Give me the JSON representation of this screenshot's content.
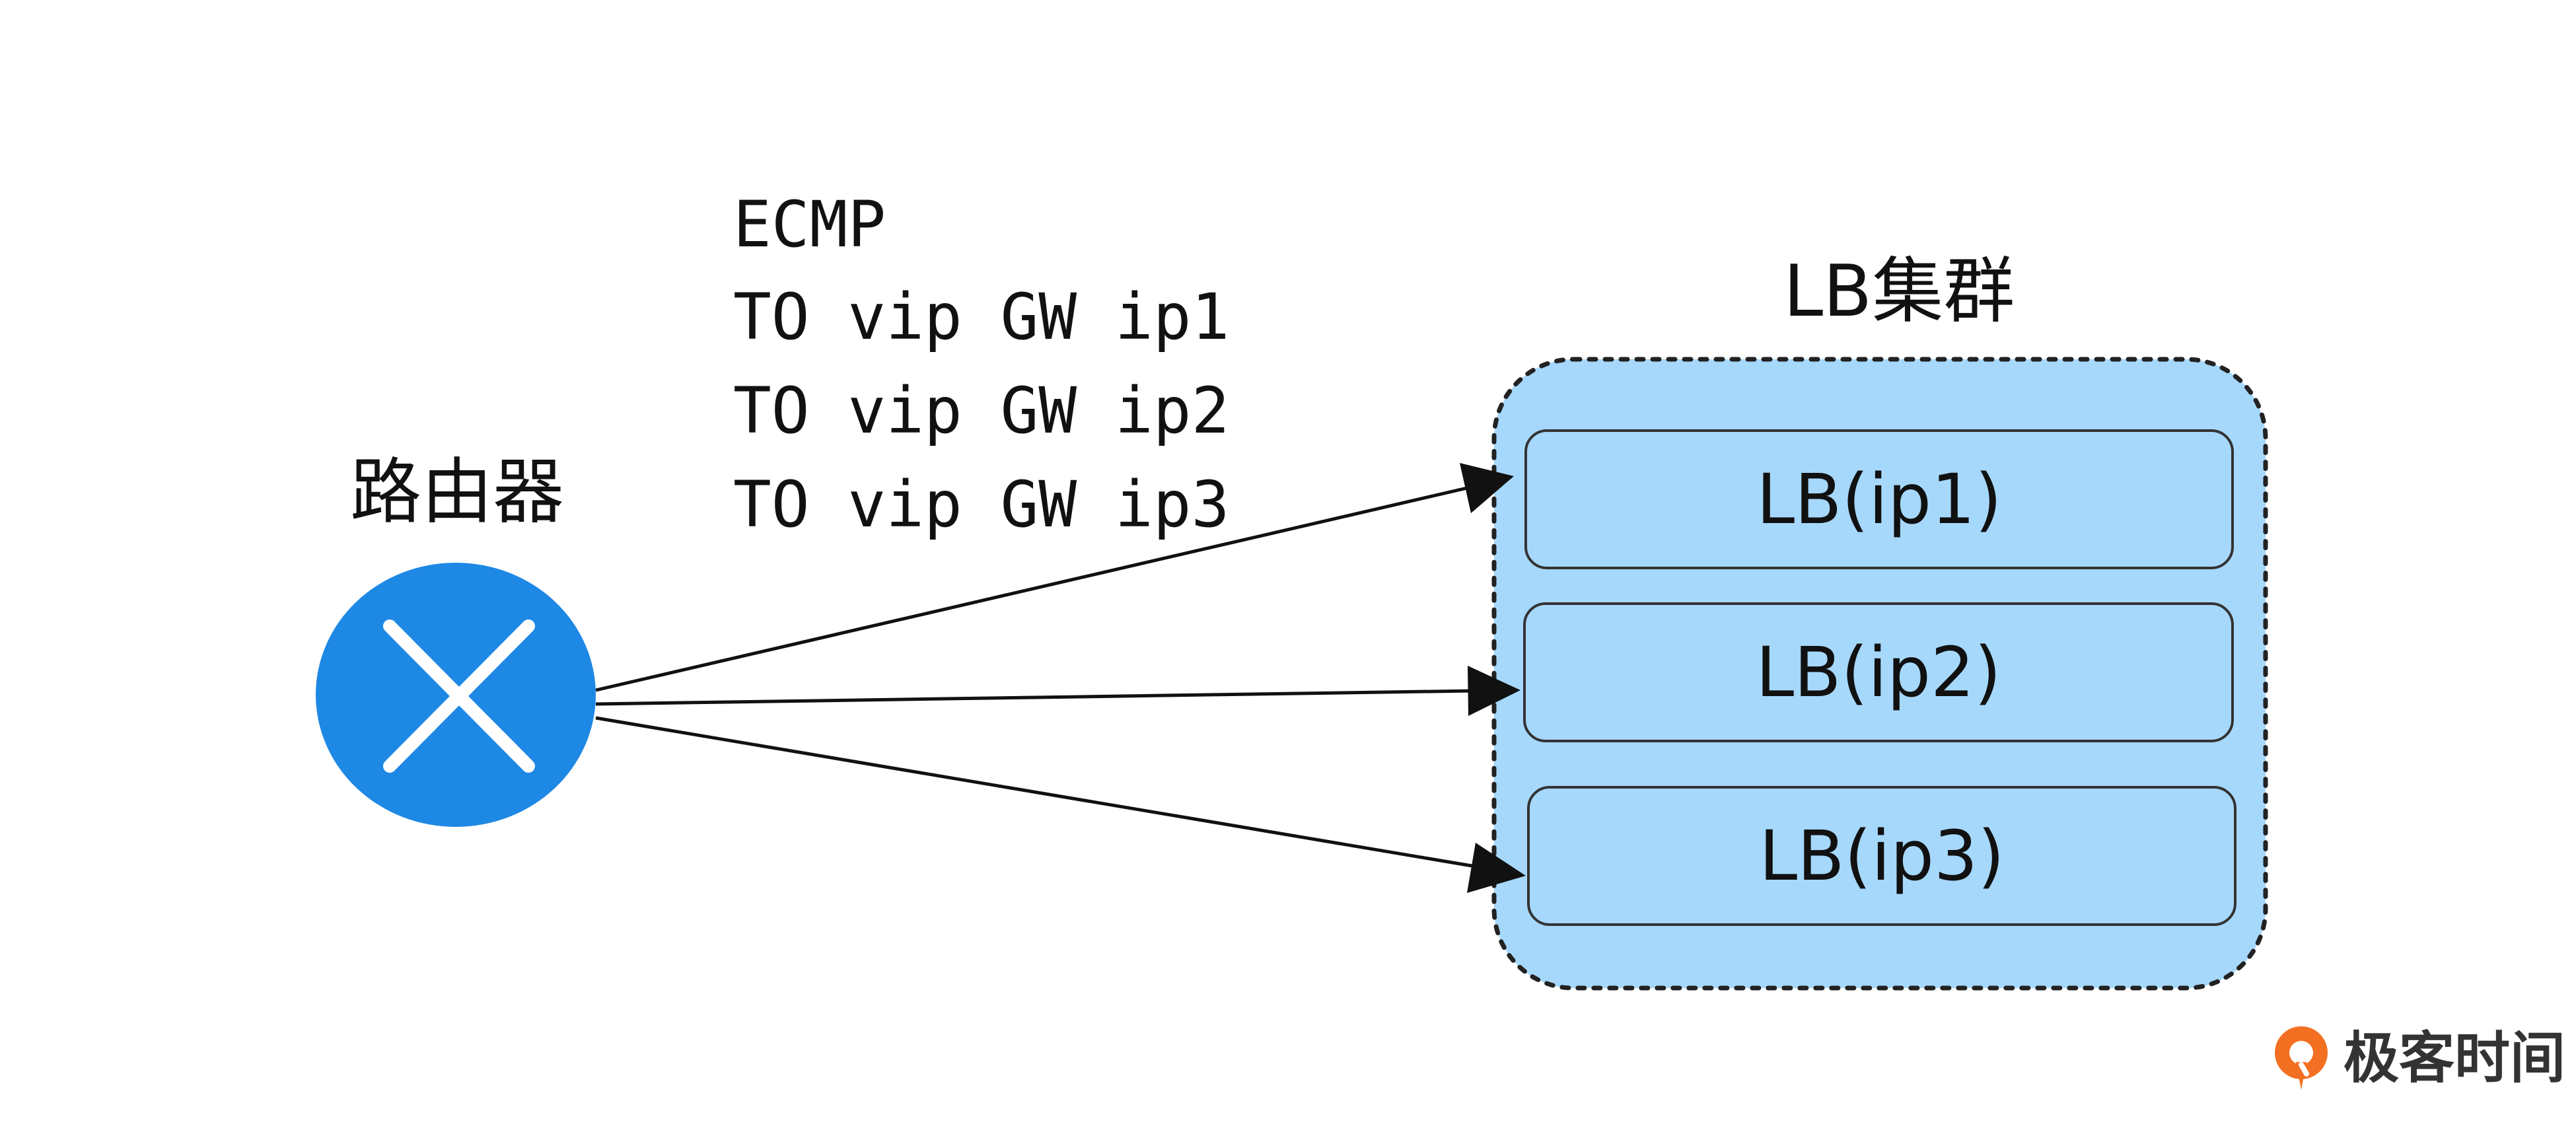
{
  "router": {
    "label": "路由器",
    "icon": "router-cross-icon",
    "color": "#1e88e5"
  },
  "routes": {
    "protocol": "ECMP",
    "lines": [
      "TO vip GW ip1",
      "TO vip GW ip2",
      "TO vip GW ip3"
    ]
  },
  "cluster": {
    "title": "LB集群",
    "fill": "#a6d8fc",
    "nodes": [
      {
        "label": "LB(ip1)"
      },
      {
        "label": "LB(ip2)"
      },
      {
        "label": "LB(ip3)"
      }
    ]
  },
  "brand": {
    "name": "极客时间",
    "icon": "geektime-logo-icon",
    "accent": "#f36f21"
  }
}
